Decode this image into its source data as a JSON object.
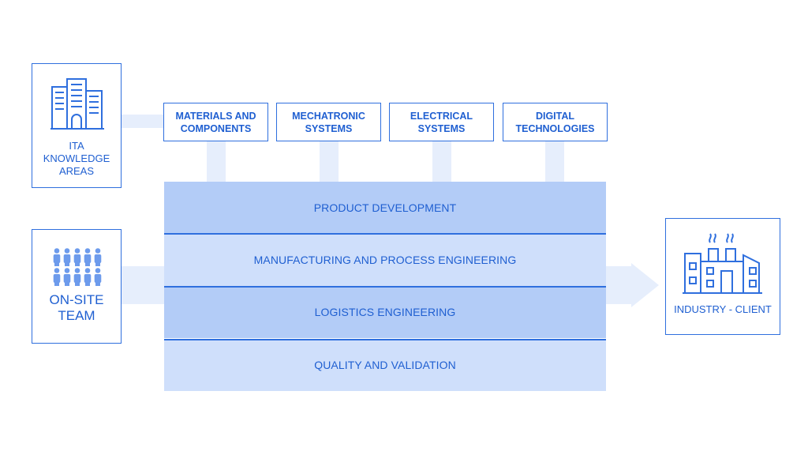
{
  "knowledge_box": {
    "label": "ITA\nKNOWLEDGE\nAREAS",
    "icon": "office-building-icon"
  },
  "team_box": {
    "label": "ON-SITE\nTEAM",
    "icon": "people-group-icon"
  },
  "client_box": {
    "label": "INDUSTRY - CLIENT",
    "icon": "factory-icon"
  },
  "areas": [
    {
      "label": "MATERIALS AND\nCOMPONENTS"
    },
    {
      "label": "MECHATRONIC\nSYSTEMS"
    },
    {
      "label": "ELECTRICAL\nSYSTEMS"
    },
    {
      "label": "DIGITAL\nTECHNOLOGIES"
    }
  ],
  "layers": [
    {
      "label": "PRODUCT DEVELOPMENT"
    },
    {
      "label": "MANUFACTURING AND PROCESS ENGINEERING"
    },
    {
      "label": "LOGISTICS ENGINEERING"
    },
    {
      "label": "QUALITY AND VALIDATION"
    }
  ],
  "colors": {
    "accent": "#2f6fde",
    "text": "#1f5fd1",
    "layer_dark": "#b3ccf7",
    "layer_light": "#cfdffb",
    "flow": "#e6eefc"
  }
}
